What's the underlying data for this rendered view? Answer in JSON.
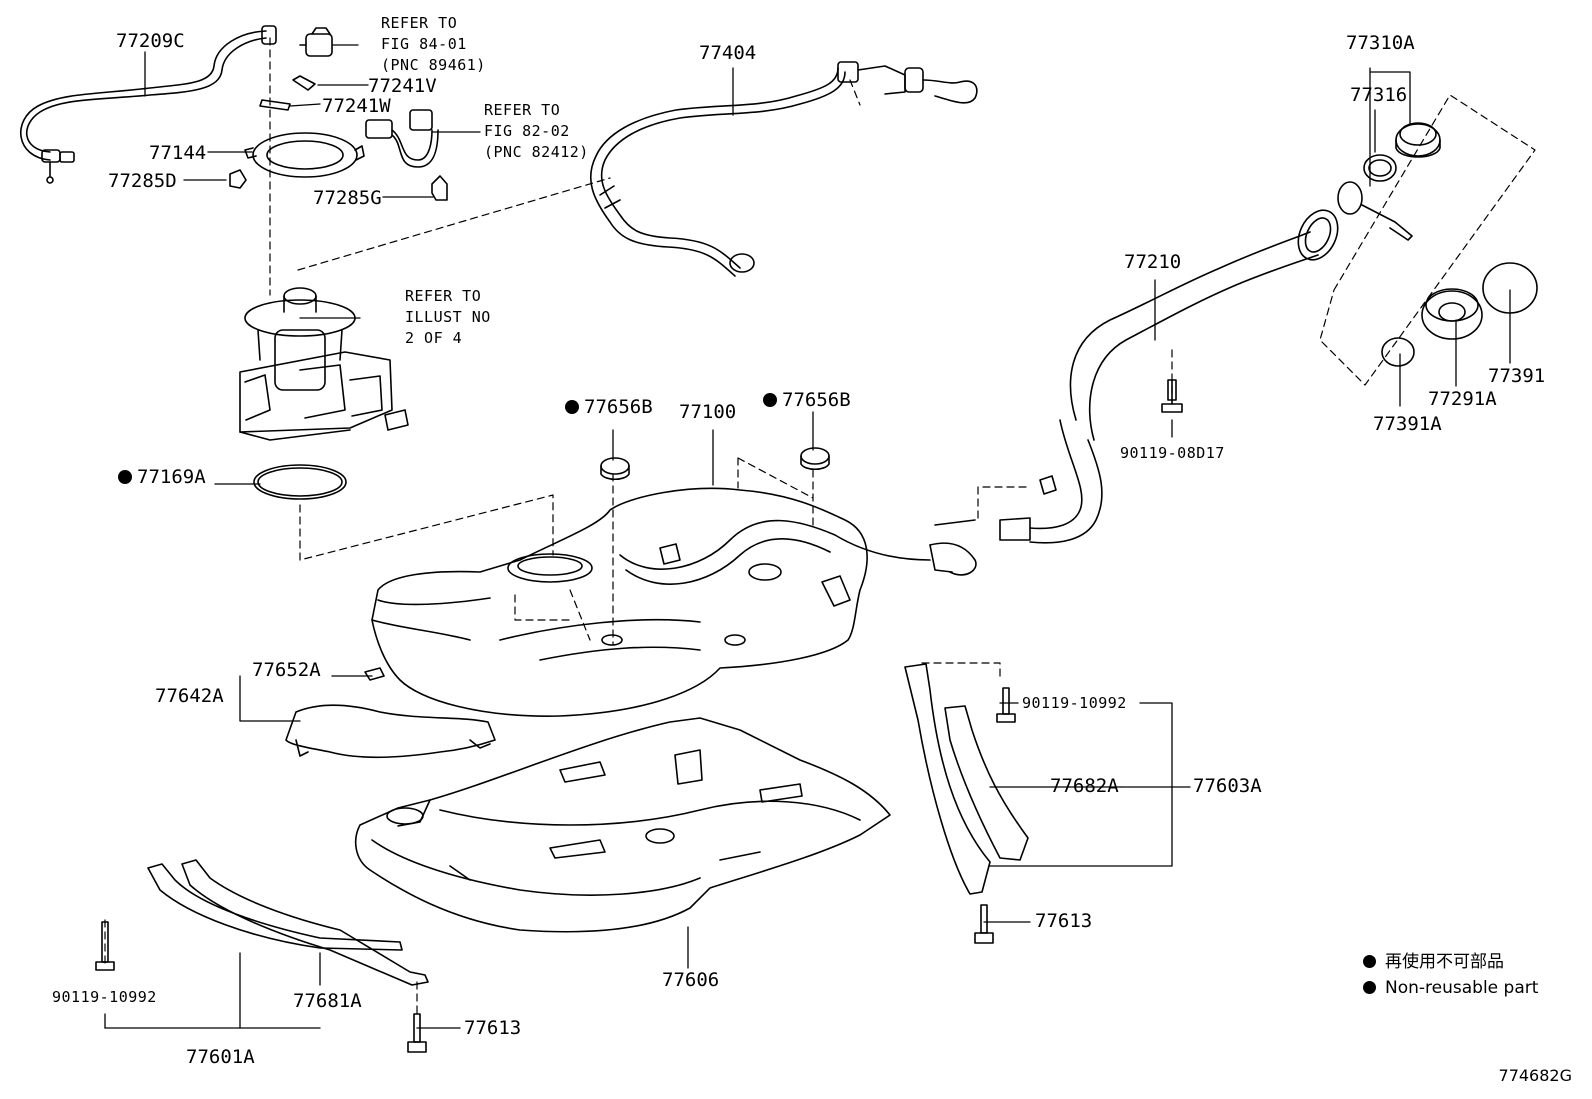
{
  "diagram": {
    "labels": {
      "p77209C": "77209C",
      "p77144": "77144",
      "p77285D": "77285D",
      "p77241V": "77241V",
      "p77241W": "77241W",
      "p77285G": "77285G",
      "p77404": "77404",
      "p77310A": "77310A",
      "p77316": "77316",
      "p77210": "77210",
      "p77391": "77391",
      "p77291A": "77291A",
      "p77391A": "77391A",
      "p90119_08D17": "90119-08D17",
      "p77656B_a": "77656B",
      "p77100": "77100",
      "p77656B_b": "77656B",
      "p77169A": "77169A",
      "p77652A": "77652A",
      "p77642A": "77642A",
      "p90119_10992_r": "90119-10992",
      "p77682A": "77682A",
      "p77603A": "77603A",
      "p77613_r": "77613",
      "p77606": "77606",
      "p77681A": "77681A",
      "p90119_10992_l": "90119-10992",
      "p77613_l": "77613",
      "p77601A": "77601A"
    },
    "refs": {
      "ref1": [
        "REFER TO",
        "FIG 84-01",
        "(PNC 89461)"
      ],
      "ref2": [
        "REFER TO",
        "FIG 82-02",
        "(PNC 82412)"
      ],
      "ref3": [
        "REFER TO",
        "ILLUST NO",
        "2 OF 4"
      ]
    },
    "legend": {
      "jp": "再使用不可部品",
      "en": "Non-reusable part"
    },
    "illustration_code": "774682G"
  }
}
